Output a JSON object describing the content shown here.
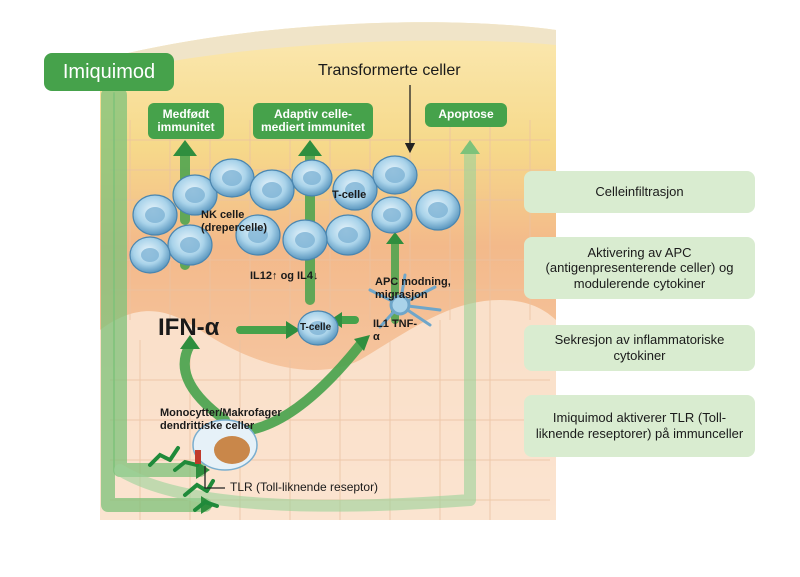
{
  "title_box": "Imiquimod",
  "top_label": "Transformerte celler",
  "outcomes": [
    {
      "label": "Medfødt immunitet"
    },
    {
      "label": "Adaptiv celle-mediert immunitet"
    },
    {
      "label": "Apoptose"
    }
  ],
  "cell_labels": {
    "nk": "NK celle (drepercelle)",
    "tcell_top": "T-celle",
    "tcell_mid": "T-celle",
    "il12": "IL12↑ og IL4↓",
    "apc": "APC modning, migrasjon",
    "il1": "IL1 TNF-α",
    "ifn": "IFN-α",
    "monocyte": "Monocytter/Makrofager dendrittiske celler",
    "tlr": "TLR (Toll-liknende reseptor)"
  },
  "side_boxes": [
    "Celleinfiltrasjon",
    "Aktivering av APC (antigenpresenterende celler) og modulerende cytokiner",
    "Sekresjon av inflammatoriske cytokiner",
    "Imiquimod aktiverer TLR (Toll-liknende reseptorer) på immunceller"
  ],
  "colors": {
    "green": "#46a24b",
    "side_box": "#d9ecd0",
    "skin_top": "#f6d98a",
    "tissue": "#f2b98f"
  }
}
